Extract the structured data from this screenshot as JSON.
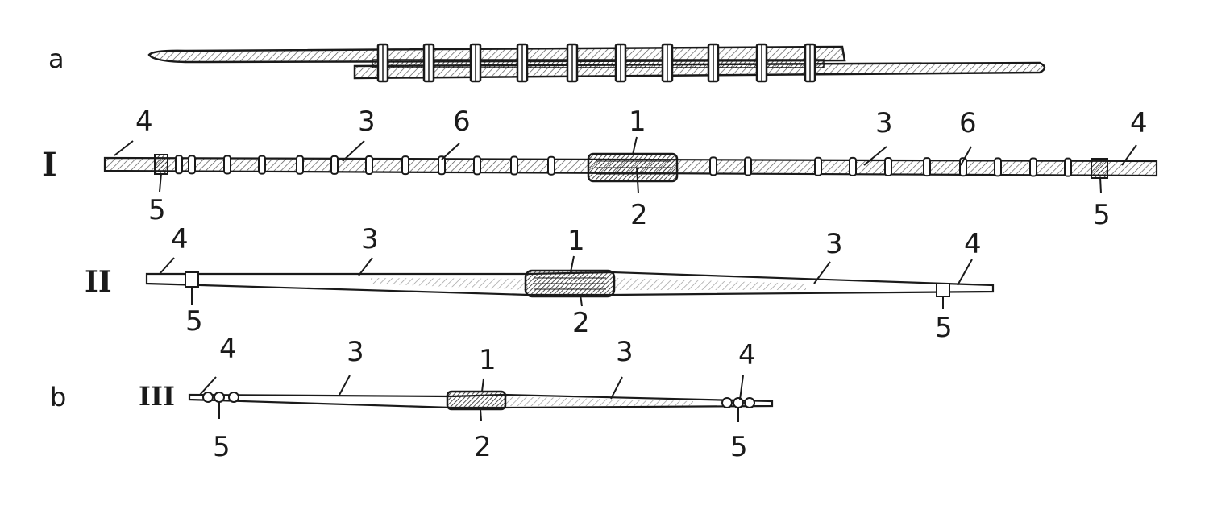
{
  "panels": {
    "a": "a",
    "b": "b"
  },
  "rows": {
    "I": "I",
    "II": "II",
    "III": "III"
  },
  "callouts": {
    "I": {
      "left_end": "4",
      "left_mid": "3",
      "left_band": "6",
      "center_top": "1",
      "right_mid": "3",
      "right_band": "6",
      "right_end": "4",
      "left_knot": "5",
      "center_bottom": "2",
      "right_knot": "5"
    },
    "II": {
      "left_end": "4",
      "left_mid": "3",
      "center_top": "1",
      "right_mid": "3",
      "right_end": "4",
      "left_knot": "5",
      "center_bottom": "2",
      "right_knot": "5"
    },
    "III": {
      "left_end": "4",
      "left_mid": "3",
      "center_top": "1",
      "right_mid": "3",
      "right_end": "4",
      "left_knot": "5",
      "center_bottom": "2",
      "right_knot": "5"
    }
  },
  "colors": {
    "ink": "#1a1a1a",
    "hatch": "#555555",
    "paper": "#ffffff"
  }
}
